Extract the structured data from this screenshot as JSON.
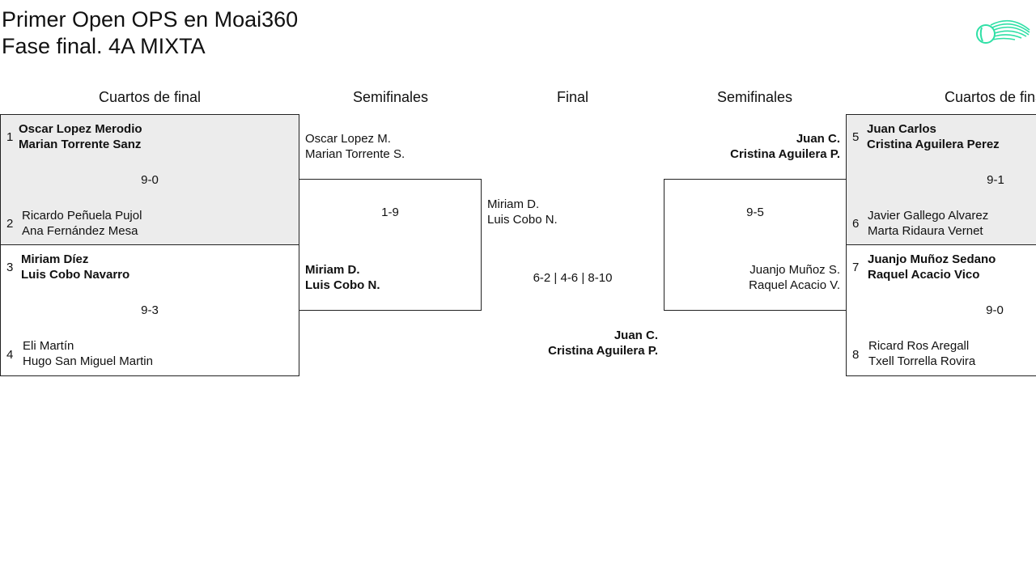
{
  "header": {
    "title_line1": "Primer Open OPS en Moai360",
    "title_line2": "Fase final. 4A MIXTA",
    "logo": "tennis-ball-logo-icon"
  },
  "columns": {
    "qf_left": "Cuartos de final",
    "sf_left": "Semifinales",
    "final": "Final",
    "sf_right": "Semifinales",
    "qf_right": "Cuartos de final"
  },
  "quarterfinals_left": [
    {
      "top": {
        "seed": "1",
        "p1": "Oscar Lopez Merodio",
        "p2": "Marian Torrente Sanz"
      },
      "score": "9-0",
      "bottom": {
        "seed": "2",
        "p1": "Ricardo Peñuela Pujol",
        "p2": "Ana Fernández Mesa"
      }
    },
    {
      "top": {
        "seed": "3",
        "p1": "Miriam Díez",
        "p2": "Luis Cobo Navarro"
      },
      "score": "9-3",
      "bottom": {
        "seed": "4",
        "p1": "Eli Martín",
        "p2": "Hugo San Miguel Martin"
      }
    }
  ],
  "semifinal_left": {
    "top": {
      "p1": "Oscar Lopez M.",
      "p2": "Marian Torrente S."
    },
    "score": "1-9",
    "bottom": {
      "p1": "Miriam D.",
      "p2": "Luis Cobo N."
    }
  },
  "final": {
    "top": {
      "p1": "Miriam D.",
      "p2": "Luis Cobo N."
    },
    "score": "6-2 | 4-6 | 8-10",
    "bottom": {
      "p1": "Juan C.",
      "p2": "Cristina Aguilera P."
    }
  },
  "semifinal_right": {
    "top": {
      "p1": "Juan C.",
      "p2": "Cristina Aguilera P."
    },
    "score": "9-5",
    "bottom": {
      "p1": "Juanjo Muñoz S.",
      "p2": "Raquel Acacio V."
    }
  },
  "quarterfinals_right": [
    {
      "top": {
        "seed": "5",
        "p1": "Juan Carlos",
        "p2": "Cristina Aguilera Perez"
      },
      "score": "9-1",
      "bottom": {
        "seed": "6",
        "p1": "Javier Gallego Alvarez",
        "p2": "Marta Ridaura Vernet"
      }
    },
    {
      "top": {
        "seed": "7",
        "p1": "Juanjo Muñoz Sedano",
        "p2": "Raquel Acacio Vico"
      },
      "score": "9-0",
      "bottom": {
        "seed": "8",
        "p1": "Ricard Ros Aregall",
        "p2": "Txell Torrella Rovira"
      }
    }
  ],
  "colors": {
    "winner_bg": "#ececec",
    "logo_green": "#2fe0a6",
    "border": "#222222"
  }
}
